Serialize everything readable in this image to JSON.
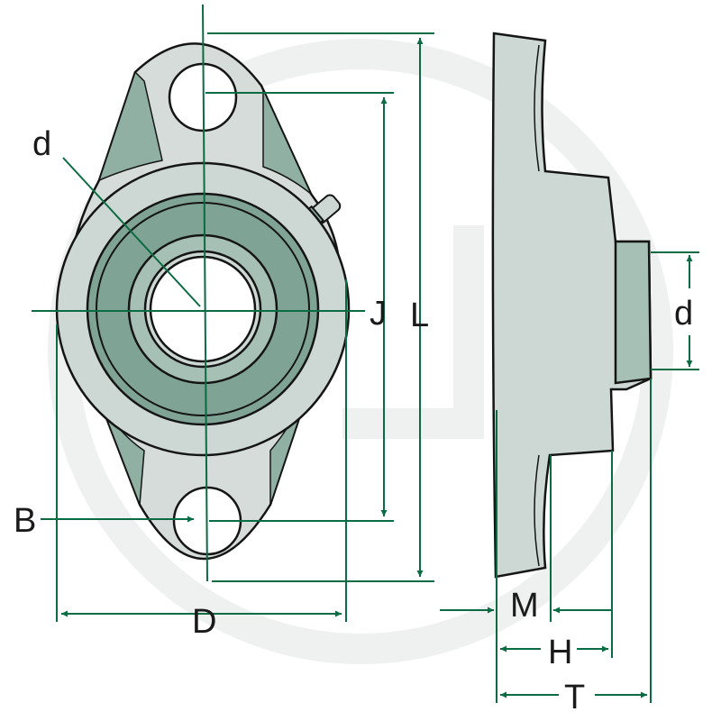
{
  "labels": {
    "d_front": "d",
    "J": "J",
    "L": "L",
    "B": "B",
    "D": "D",
    "d_side": "d",
    "M": "M",
    "H": "H",
    "T": "T"
  },
  "colors": {
    "dimension_line": "#0b6b43",
    "outline": "#151515",
    "housing_fill": "#d5dcd9",
    "housing_shade": "#8fb0a2",
    "insert_fill": "#cdd8d4",
    "insert_shade": "#7fa394",
    "watermark": "#eef1f0"
  }
}
